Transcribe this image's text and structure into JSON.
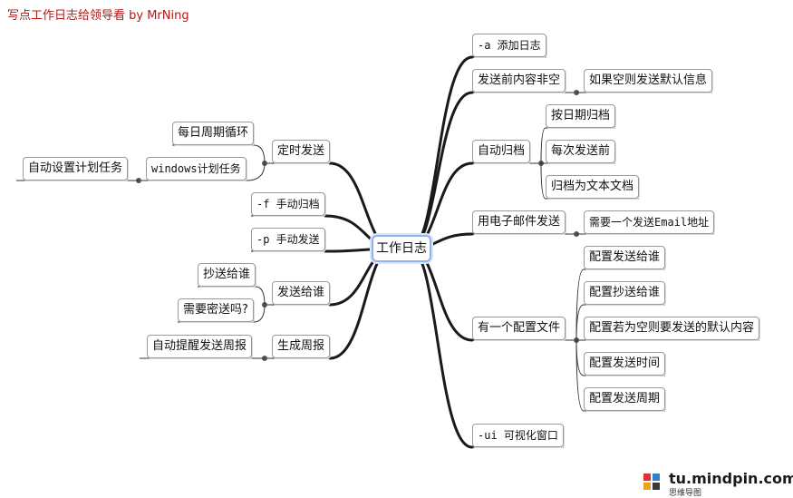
{
  "heading": "写点工作日志给领导看 by MrNing",
  "root": "工作日志",
  "right": [
    {
      "label": "-a 添加日志",
      "children": []
    },
    {
      "label": "发送前内容非空",
      "children": [
        "如果空则发送默认信息"
      ]
    },
    {
      "label": "自动归档",
      "children": [
        "按日期归档",
        "每次发送前",
        "归档为文本文档"
      ]
    },
    {
      "label": "用电子邮件发送",
      "children": [
        "需要一个发送Email地址"
      ]
    },
    {
      "label": "有一个配置文件",
      "children": [
        "配置发送给谁",
        "配置抄送给谁",
        "配置若为空则要发送的默认内容",
        "配置发送时间",
        "配置发送周期"
      ]
    },
    {
      "label": "-ui 可视化窗口",
      "children": []
    }
  ],
  "left": [
    {
      "label": "定时发送",
      "children": [
        {
          "label": "每日周期循环",
          "children": []
        },
        {
          "label": "windows计划任务",
          "children": [
            "自动设置计划任务"
          ]
        }
      ]
    },
    {
      "label": "-f 手动归档",
      "children": []
    },
    {
      "label": "-p 手动发送",
      "children": []
    },
    {
      "label": "发送给谁",
      "children": [
        {
          "label": "抄送给谁",
          "children": []
        },
        {
          "label": "需要密送吗?",
          "children": []
        }
      ]
    },
    {
      "label": "生成周报",
      "children": [
        {
          "label": "自动提醒发送周报",
          "children": []
        }
      ]
    }
  ],
  "logo": {
    "text": "tu.mindpin.com",
    "sub": "思维导图",
    "colors": [
      "#e03030",
      "#2f7fd1",
      "#f0a020",
      "#3a3a3a"
    ]
  }
}
